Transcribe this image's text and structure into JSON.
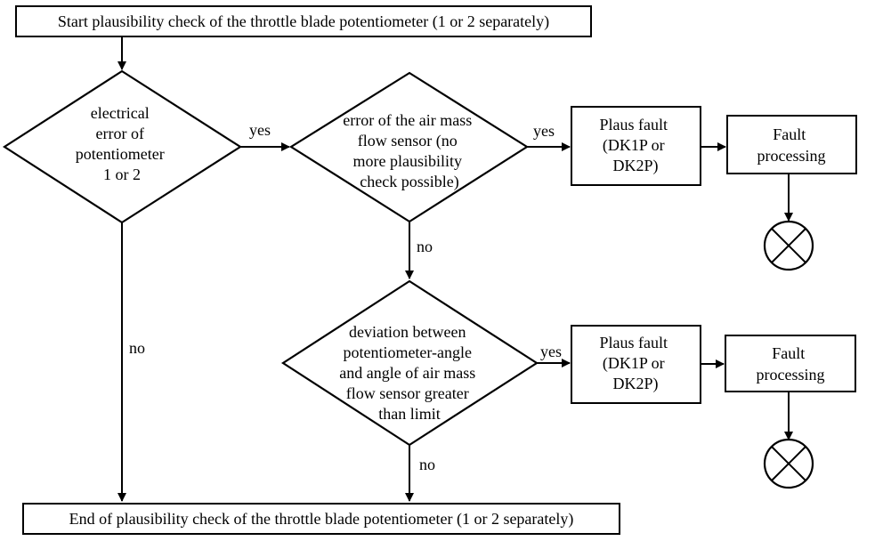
{
  "start_box": {
    "text": "Start plausibility check of the throttle blade potentiometer (1 or 2 separately)"
  },
  "end_box": {
    "text": "End of plausibility check of the throttle blade potentiometer (1 or 2 separately)"
  },
  "decision_electrical": {
    "lines": [
      "electrical",
      "error of",
      "potentiometer",
      "1 or 2"
    ]
  },
  "decision_airmass": {
    "lines": [
      "error of the air mass",
      "flow sensor (no",
      "more plausibility",
      "check possible)"
    ]
  },
  "decision_deviation": {
    "lines": [
      "deviation between",
      "potentiometer-angle",
      "and angle of air mass",
      "flow sensor greater",
      "than limit"
    ]
  },
  "plaus_fault_1": {
    "lines": [
      "Plaus fault",
      "(DK1P or",
      "DK2P)"
    ]
  },
  "plaus_fault_2": {
    "lines": [
      "Plaus fault",
      "(DK1P or",
      "DK2P)"
    ]
  },
  "fault_processing_1": {
    "lines": [
      "Fault",
      "processing"
    ]
  },
  "fault_processing_2": {
    "lines": [
      "Fault",
      "processing"
    ]
  },
  "labels": {
    "yes_1": "yes",
    "yes_2": "yes",
    "yes_3": "yes",
    "no_1": "no",
    "no_2": "no",
    "no_3": "no"
  }
}
